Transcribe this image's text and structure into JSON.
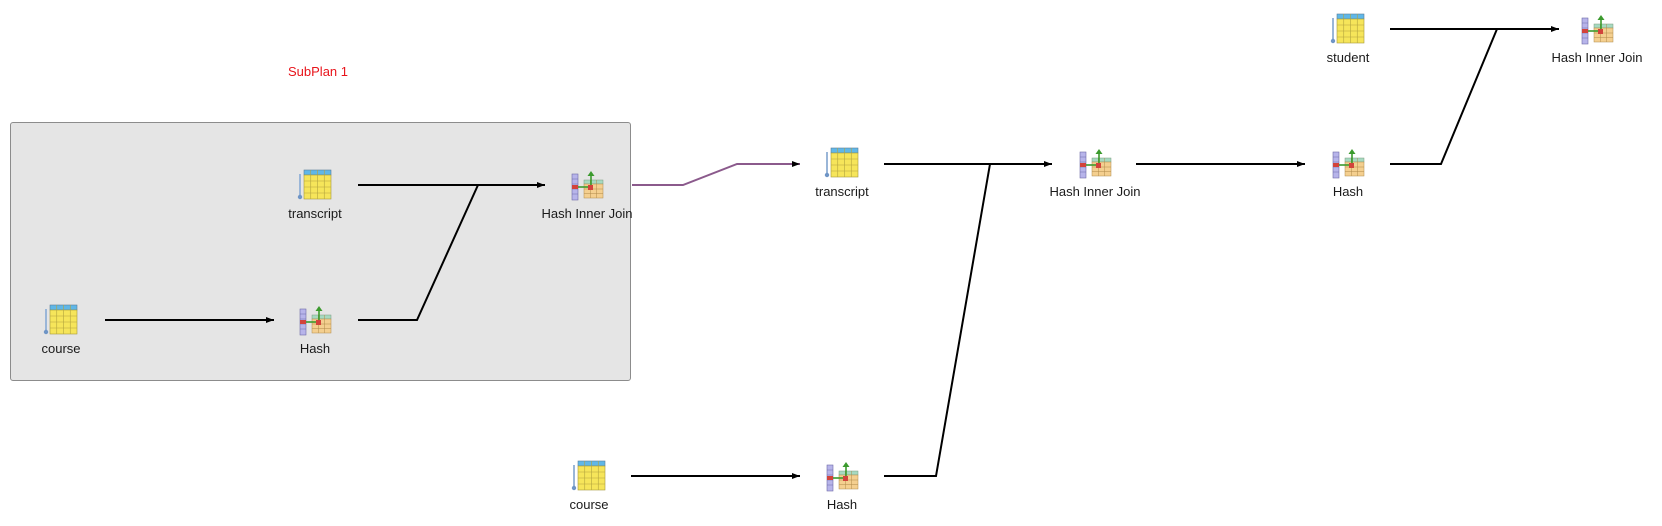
{
  "subplan": {
    "title": "SubPlan 1"
  },
  "nodes": {
    "sp_transcript": {
      "label": "transcript",
      "icon": "table-scan-icon"
    },
    "sp_course": {
      "label": "course",
      "icon": "table-scan-icon"
    },
    "sp_hash": {
      "label": "Hash",
      "icon": "hash-icon"
    },
    "sp_join": {
      "label": "Hash Inner Join",
      "icon": "hash-join-icon"
    },
    "transcript": {
      "label": "transcript",
      "icon": "table-scan-icon"
    },
    "course": {
      "label": "course",
      "icon": "table-scan-icon"
    },
    "hash_course": {
      "label": "Hash",
      "icon": "hash-icon"
    },
    "join_mid": {
      "label": "Hash Inner Join",
      "icon": "hash-join-icon"
    },
    "hash_join": {
      "label": "Hash",
      "icon": "hash-icon"
    },
    "student": {
      "label": "student",
      "icon": "table-scan-icon"
    },
    "join_top": {
      "label": "Hash Inner Join",
      "icon": "hash-join-icon"
    }
  },
  "colors": {
    "subplan_title": "#e8141b",
    "edge": "#000000",
    "subplan_edge": "#8b5a8c",
    "subplan_box": "#e5e5e5"
  }
}
